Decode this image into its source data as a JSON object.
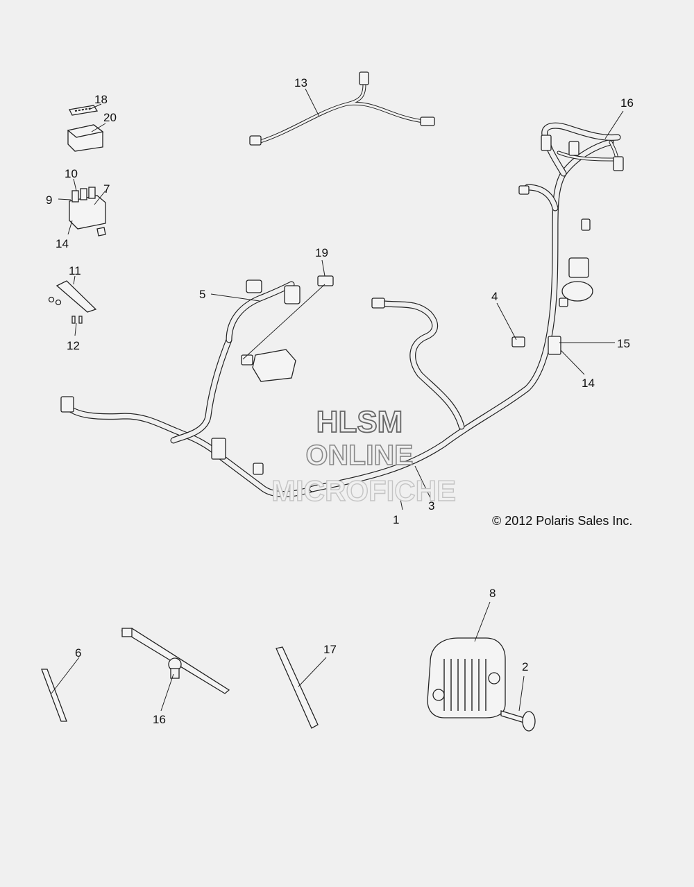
{
  "diagram": {
    "copyright": "© 2012 Polaris Sales Inc.",
    "watermark": {
      "line1": "HLSM",
      "line2": "ONLINE",
      "line3": "MICROFICHE"
    },
    "callouts": [
      "1",
      "2",
      "3",
      "4",
      "5",
      "6",
      "7",
      "8",
      "9",
      "10",
      "11",
      "12",
      "13",
      "14",
      "14",
      "15",
      "16",
      "16",
      "17",
      "18",
      "19",
      "20"
    ]
  }
}
